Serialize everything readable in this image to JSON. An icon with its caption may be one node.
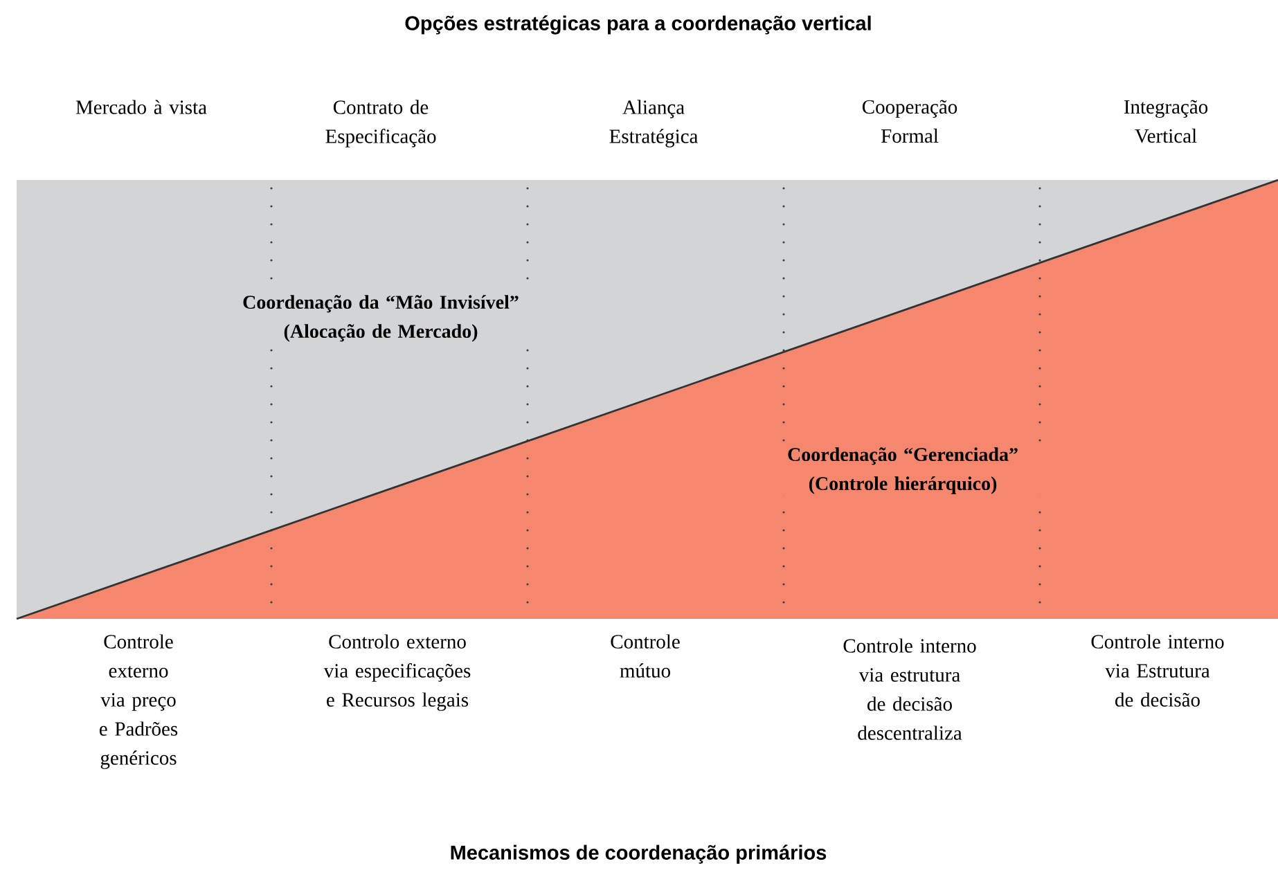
{
  "diagram": {
    "title": "Opções estratégicas para a coordenação vertical",
    "caption": "Mecanismos de coordenação primários",
    "nodes": [
      {
        "text": [
          "Coordenação da “Mão Invisível” (Alocação de Mercado)"
        ]
      },
      {
        "text": [
          "Coordenação “Gerenciada” (Controle hierárquico)"
        ]
      }
    ],
    "edges": [],
    "labels": [
      "Mercado à vista",
      "Contrato de Especificação",
      "Aliança Estratégica",
      "Cooperação Formal",
      "Integração Vertical",
      "Controle externo via preço e Padrões genéricos",
      "Controlo externo via especificações e Recursos legais",
      "Controle mútuo",
      "Controle interno via estrutura de decisão descentraliza",
      "Controle interno via Estrutura de decisão"
    ]
  }
}
